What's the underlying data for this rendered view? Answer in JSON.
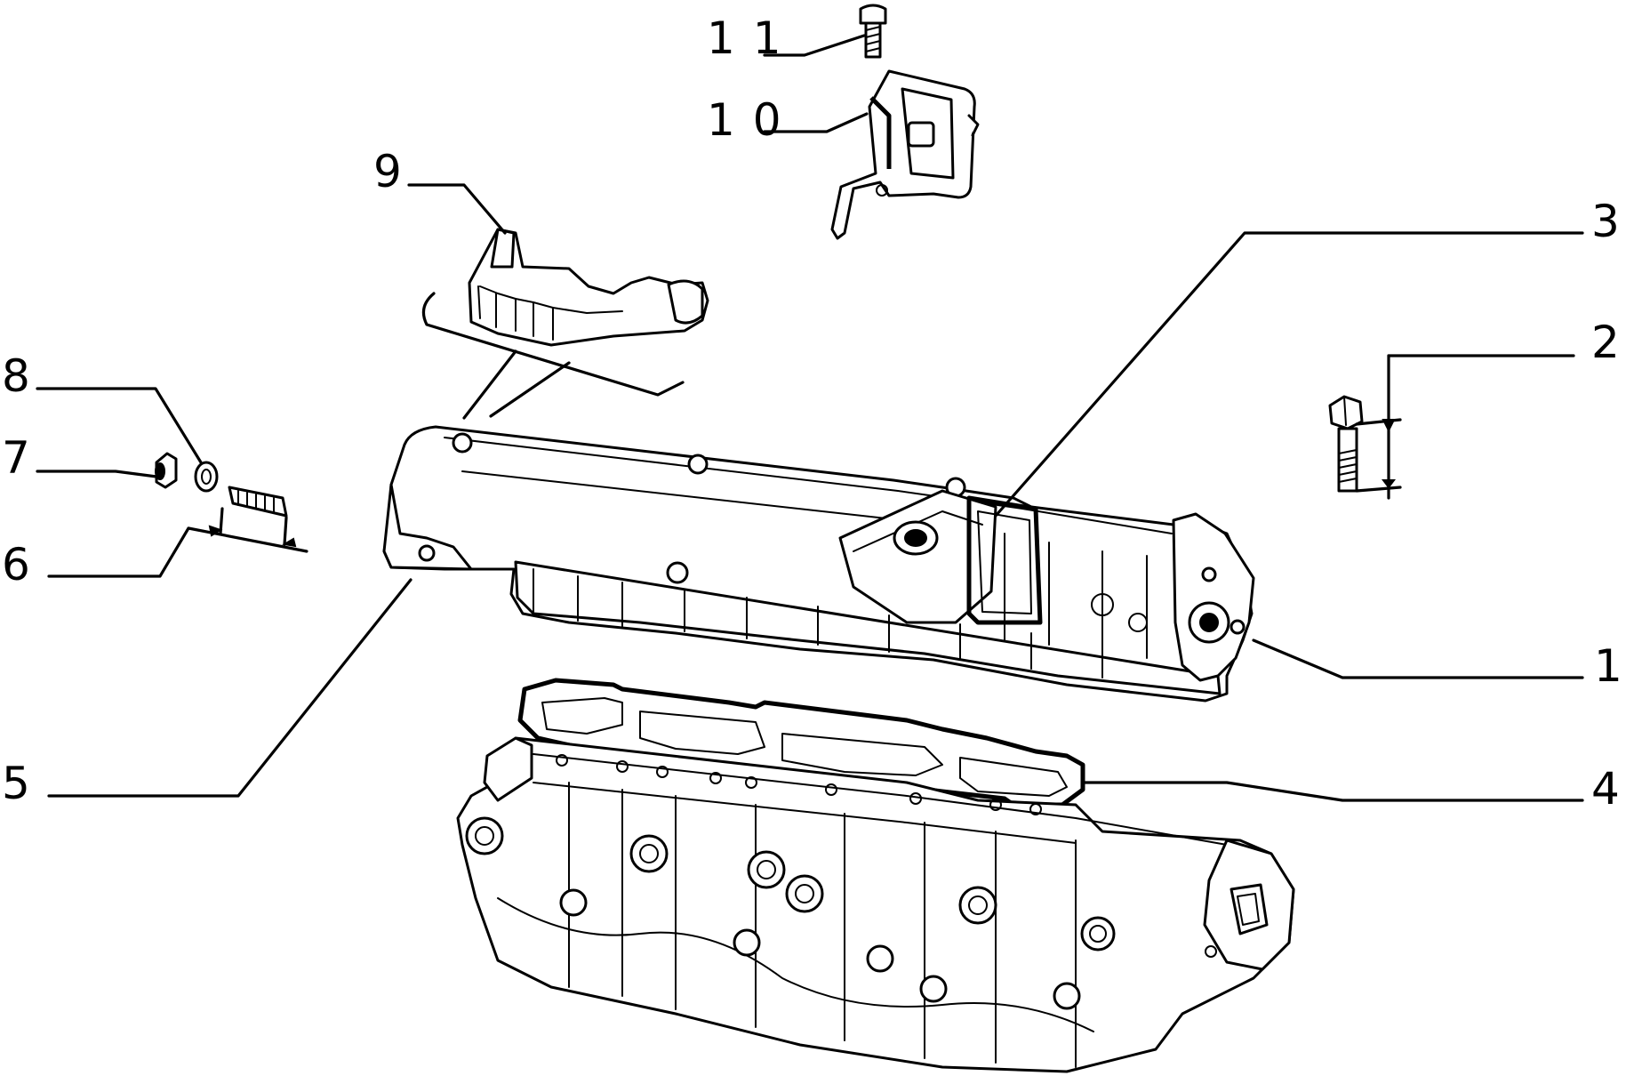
{
  "diagram": {
    "callouts": [
      {
        "id": "1",
        "label": "1"
      },
      {
        "id": "2",
        "label": "2"
      },
      {
        "id": "3",
        "label": "3"
      },
      {
        "id": "4",
        "label": "4"
      },
      {
        "id": "5",
        "label": "5"
      },
      {
        "id": "6",
        "label": "6"
      },
      {
        "id": "7",
        "label": "7"
      },
      {
        "id": "8",
        "label": "8"
      },
      {
        "id": "9",
        "label": "9"
      },
      {
        "id": "10",
        "label": "1 0"
      },
      {
        "id": "11",
        "label": "1 1"
      }
    ],
    "colors": {
      "line": "#000000",
      "background": "#ffffff"
    }
  }
}
